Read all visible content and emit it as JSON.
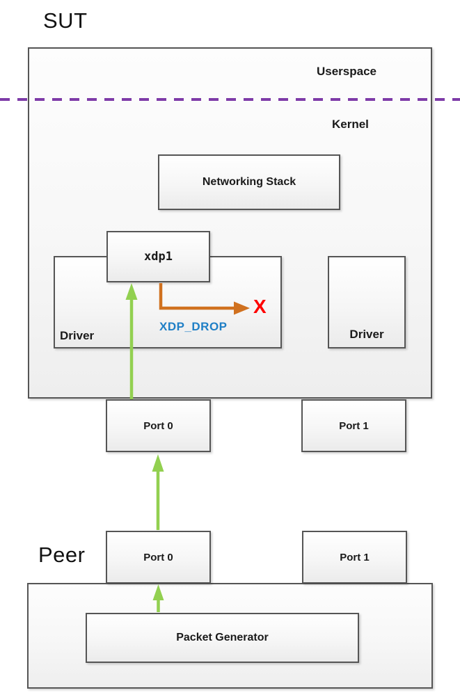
{
  "sut": {
    "title": "SUT",
    "userspace_label": "Userspace",
    "kernel_label": "Kernel",
    "networking_stack_label": "Networking Stack",
    "xdp_program_label": "xdp1",
    "driver_left_label": "Driver",
    "driver_right_label": "Driver",
    "port0_label": "Port 0",
    "port1_label": "Port 1"
  },
  "peer": {
    "title": "Peer",
    "port0_label": "Port 0",
    "port1_label": "Port 1",
    "packet_generator_label": "Packet Generator"
  },
  "flow": {
    "xdp_action_label": "XDP_DROP",
    "drop_mark": "X"
  },
  "colors": {
    "packet_arrow_green": "#92d050",
    "drop_arrow_orange": "#d0711f",
    "userspace_kernel_divider_purple": "#7e3ba8",
    "xdp_action_blue": "#1f7fc6",
    "drop_mark_red": "#fe0000",
    "box_border_gray": "#555555"
  }
}
